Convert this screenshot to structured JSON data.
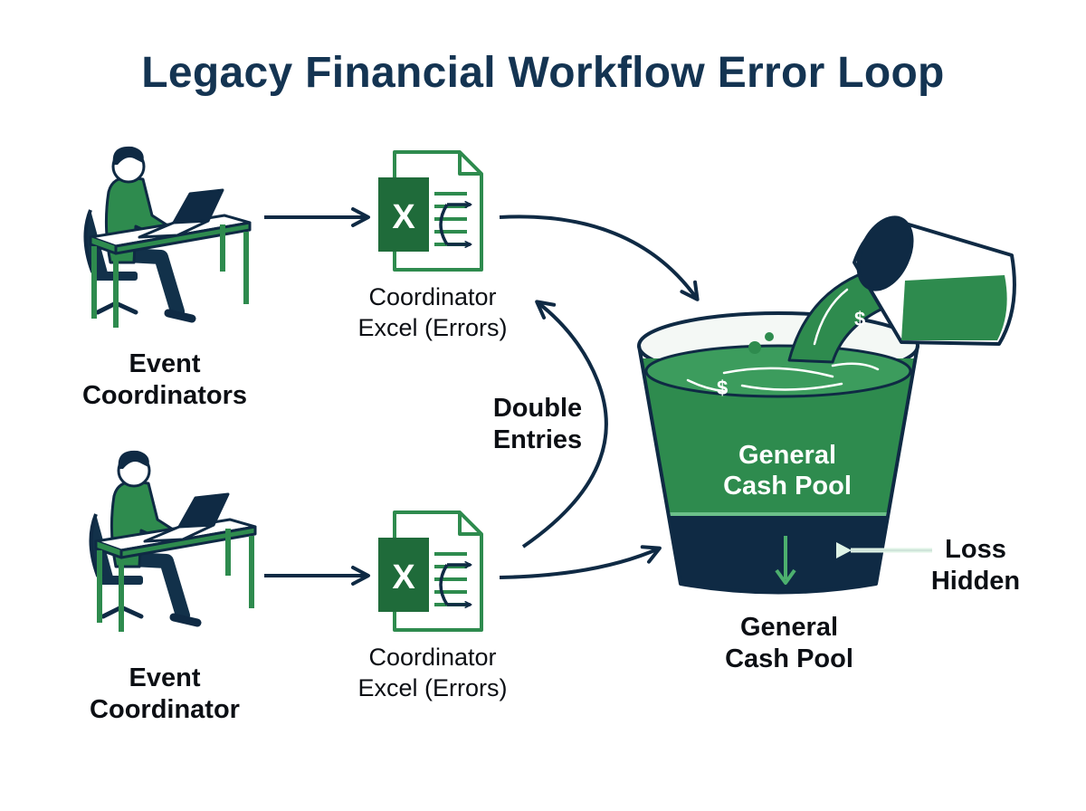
{
  "title": "Legacy Financial Workflow Error Loop",
  "colors": {
    "navy": "#0f2a44",
    "green": "#2e8b4e",
    "dark_green": "#1f6b3a",
    "light_green": "#4caf6e"
  },
  "nodes": {
    "coordinators_top": {
      "line1": "Event",
      "line2": "Coordinators",
      "icon": "person-at-laptop-icon"
    },
    "coordinator_bottom": {
      "line1": "Event",
      "line2": "Coordinator",
      "icon": "person-at-laptop-icon"
    },
    "excel_top": {
      "line1": "Coordinator",
      "line2": "Excel (Errors)",
      "icon": "excel-file-icon"
    },
    "excel_bottom": {
      "line1": "Coordinator",
      "line2": "Excel (Errors)",
      "icon": "excel-file-icon"
    },
    "pool": {
      "inner_line1": "General",
      "inner_line2": "Cash Pool",
      "line1": "General",
      "line2": "Cash Pool",
      "icon": "cash-pool-bucket-icon"
    }
  },
  "annotations": {
    "double_entries": {
      "line1": "Double",
      "line2": "Entries"
    },
    "loss_hidden": {
      "line1": "Loss",
      "line2": "Hidden"
    }
  }
}
